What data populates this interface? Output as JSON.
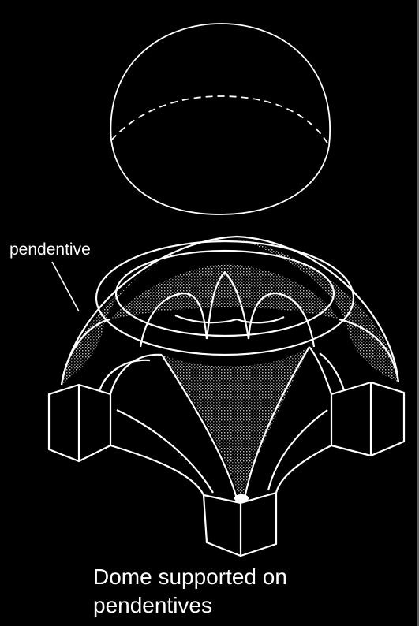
{
  "labels": {
    "pendentive": "pendentive"
  },
  "caption": {
    "line1": "Dome supported on",
    "line2": "pendentives"
  },
  "colors": {
    "background": "#000000",
    "line": "#ffffff",
    "stipple": "#9a9a9a",
    "frame": "#5a5a5a"
  }
}
